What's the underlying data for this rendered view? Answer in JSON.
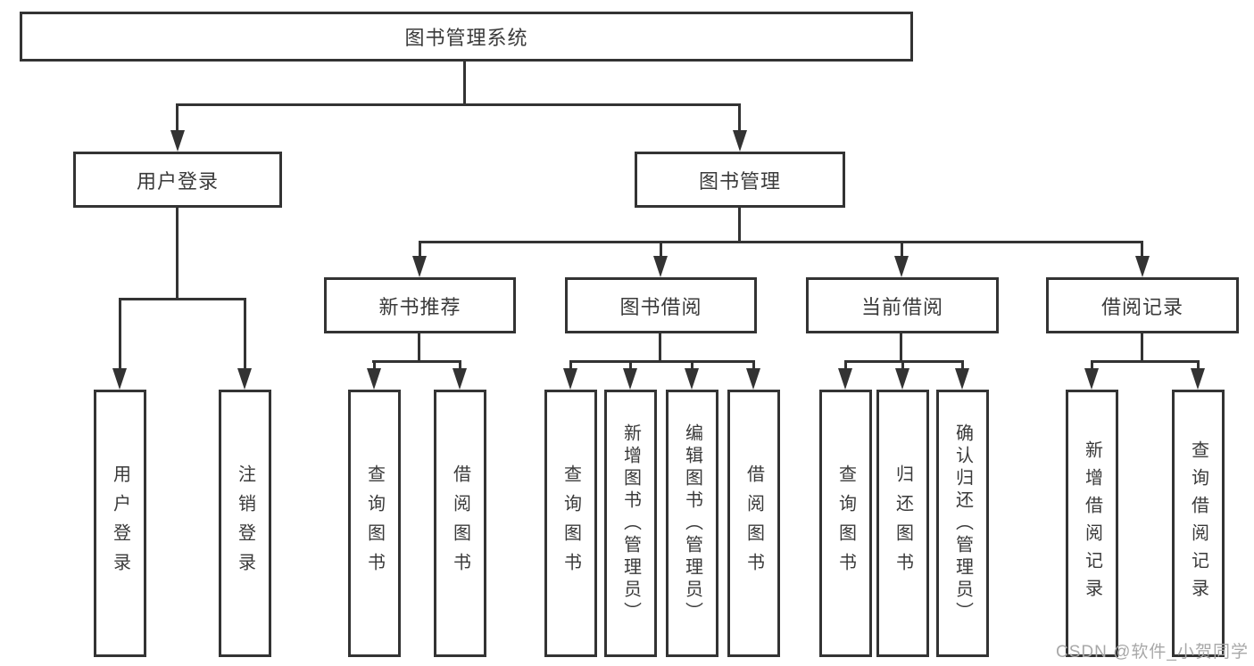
{
  "diagram_title": "图书管理系统",
  "watermark": "CSDN @软件_小贺同学",
  "colors": {
    "line": "#333333",
    "box_border": "#333333",
    "box_background": "#ffffff",
    "text": "#3a3a3a",
    "watermark_text": "#a8a8a8",
    "background": "#ffffff"
  },
  "tree": {
    "label": "图书管理系统",
    "children": [
      {
        "label": "用户登录",
        "children": [
          {
            "label": "用户登录"
          },
          {
            "label": "注销登录"
          }
        ]
      },
      {
        "label": "图书管理",
        "children": [
          {
            "label": "新书推荐",
            "children": [
              {
                "label": "查询图书"
              },
              {
                "label": "借阅图书"
              }
            ]
          },
          {
            "label": "图书借阅",
            "children": [
              {
                "label": "查询图书"
              },
              {
                "label": "新增图书（管理员）"
              },
              {
                "label": "编辑图书（管理员）"
              },
              {
                "label": "借阅图书"
              }
            ]
          },
          {
            "label": "当前借阅",
            "children": [
              {
                "label": "查询图书"
              },
              {
                "label": "归还图书"
              },
              {
                "label": "确认归还（管理员）"
              }
            ]
          },
          {
            "label": "借阅记录",
            "children": [
              {
                "label": "新增借阅记录"
              },
              {
                "label": "查询借阅记录"
              }
            ]
          }
        ]
      }
    ]
  }
}
